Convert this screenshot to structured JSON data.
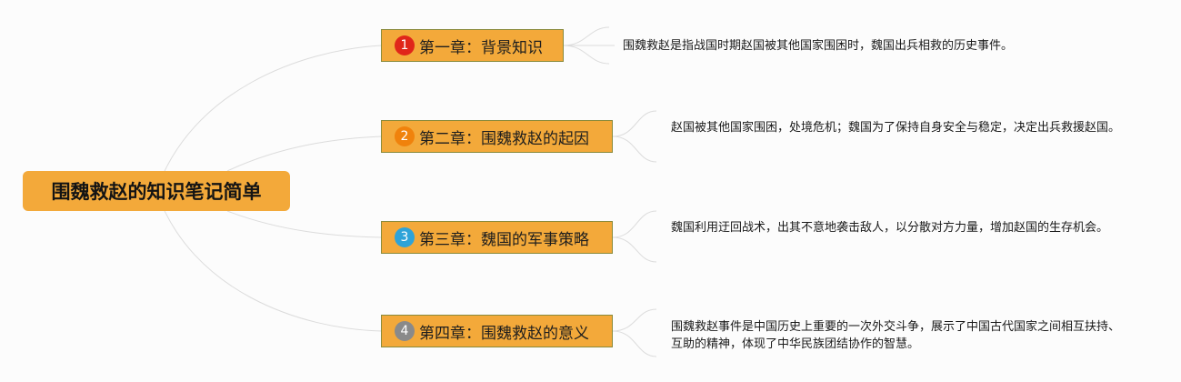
{
  "root": {
    "title": "围魏救赵的知识笔记简单"
  },
  "chapters": [
    {
      "number": "1",
      "title": "第一章：背景知识",
      "badge_color": "#e0261a",
      "description": "围魏救赵是指战国时期赵国被其他国家围困时，魏国出兵相救的历史事件。"
    },
    {
      "number": "2",
      "title": "第二章：围魏救赵的起因",
      "badge_color": "#f0820c",
      "description": "赵国被其他国家围困，处境危机；魏国为了保持自身安全与稳定，决定出兵救援赵国。"
    },
    {
      "number": "3",
      "title": "第三章：魏国的军事策略",
      "badge_color": "#2ea3d8",
      "description": "魏国利用迂回战术，出其不意地袭击敌人，以分散对方力量，增加赵国的生存机会。"
    },
    {
      "number": "4",
      "title": "第四章：围魏救赵的意义",
      "badge_color": "#8a8a8a",
      "description": "围魏救赵事件是中国历史上重要的一次外交斗争，展示了中国古代国家之间相互扶持、互助的精神，体现了中华民族团结协作的智慧。"
    }
  ],
  "colors": {
    "node_fill": "#f3a93a",
    "connector": "#dcdcdc"
  }
}
